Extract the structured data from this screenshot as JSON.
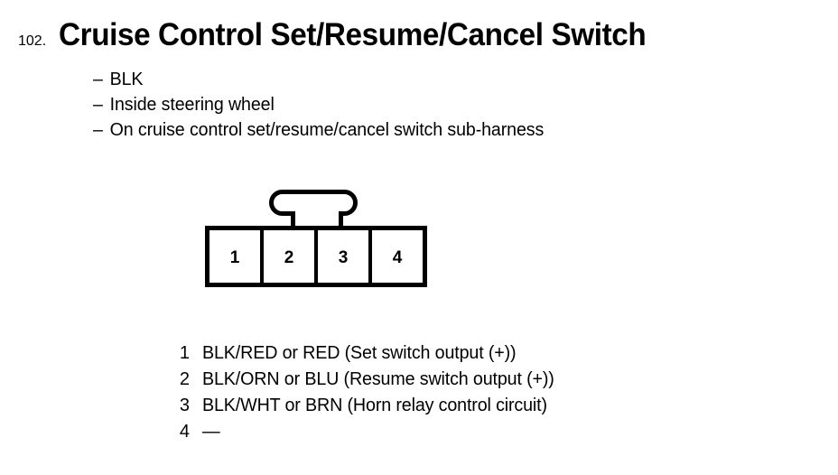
{
  "title": {
    "number": "102.",
    "text": "Cruise Control Set/Resume/Cancel Switch"
  },
  "notes": {
    "dash": "–",
    "lines": [
      "BLK",
      "Inside steering wheel",
      "On cruise control set/resume/cancel switch sub-harness"
    ]
  },
  "connector": {
    "cavities": [
      {
        "label": "1"
      },
      {
        "label": "2"
      },
      {
        "label": "3"
      },
      {
        "label": "4"
      }
    ]
  },
  "pin_legend": [
    {
      "number": "1",
      "description": "BLK/RED or RED (Set switch output (+))"
    },
    {
      "number": "2",
      "description": "BLK/ORN or BLU (Resume switch output (+))"
    },
    {
      "number": "3",
      "description": "BLK/WHT or BRN (Horn relay control circuit)"
    },
    {
      "number": "4",
      "description": "—"
    }
  ],
  "colors": {
    "ink": "#000000",
    "background": "#ffffff"
  }
}
